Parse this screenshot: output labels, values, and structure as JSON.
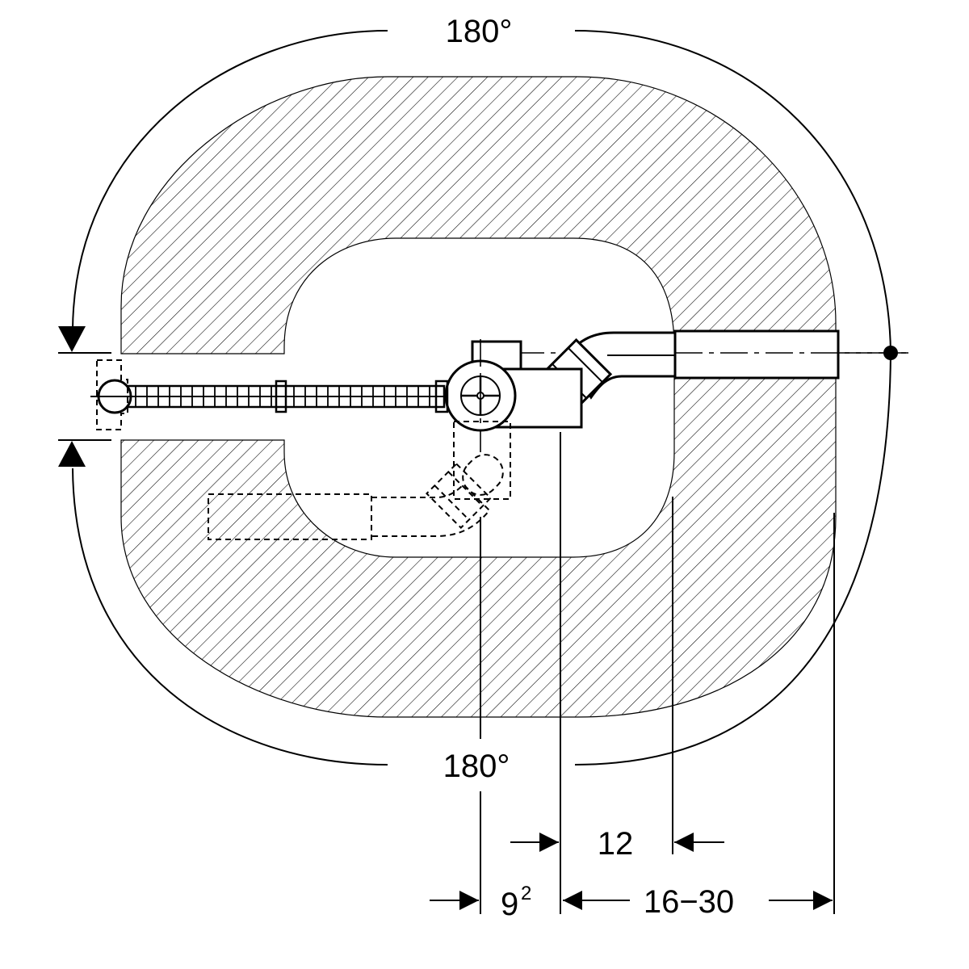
{
  "labels": {
    "top_angle": "180°",
    "bottom_angle": "180°",
    "dim_12": "12",
    "dim_9_base": "9",
    "dim_9_sup": "2",
    "dim_16_30": "16−30"
  },
  "colors": {
    "stroke": "#000000",
    "background": "#ffffff"
  }
}
